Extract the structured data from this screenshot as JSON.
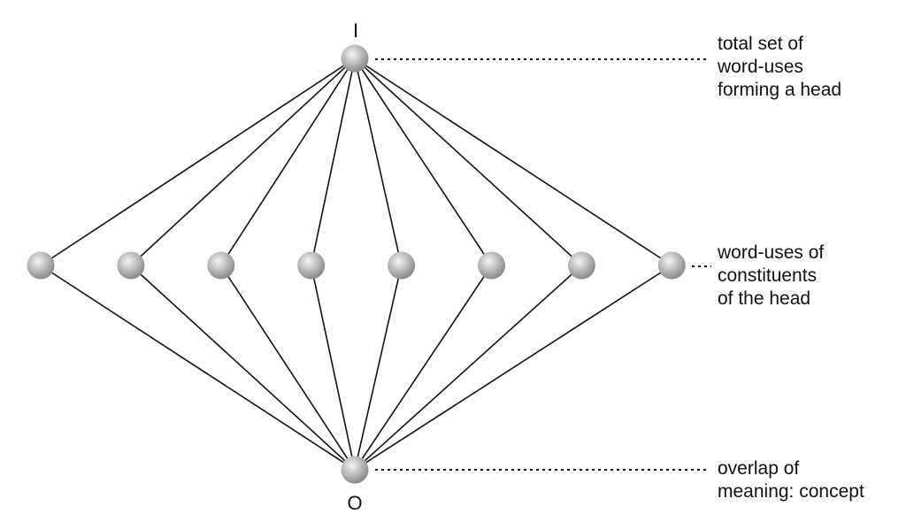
{
  "nodes": {
    "top_label": "I",
    "bottom_label": "O",
    "middle_count": 8
  },
  "annotations": [
    {
      "lines": [
        "total set of",
        "word-uses",
        "forming a head"
      ]
    },
    {
      "lines": [
        "word-uses of",
        "constituents",
        "of the head"
      ]
    },
    {
      "lines": [
        "overlap of",
        "meaning: concept"
      ]
    }
  ],
  "colors": {
    "line": "#111111",
    "node_light": "#f2f2f2",
    "node_dark": "#8c8c8c"
  }
}
